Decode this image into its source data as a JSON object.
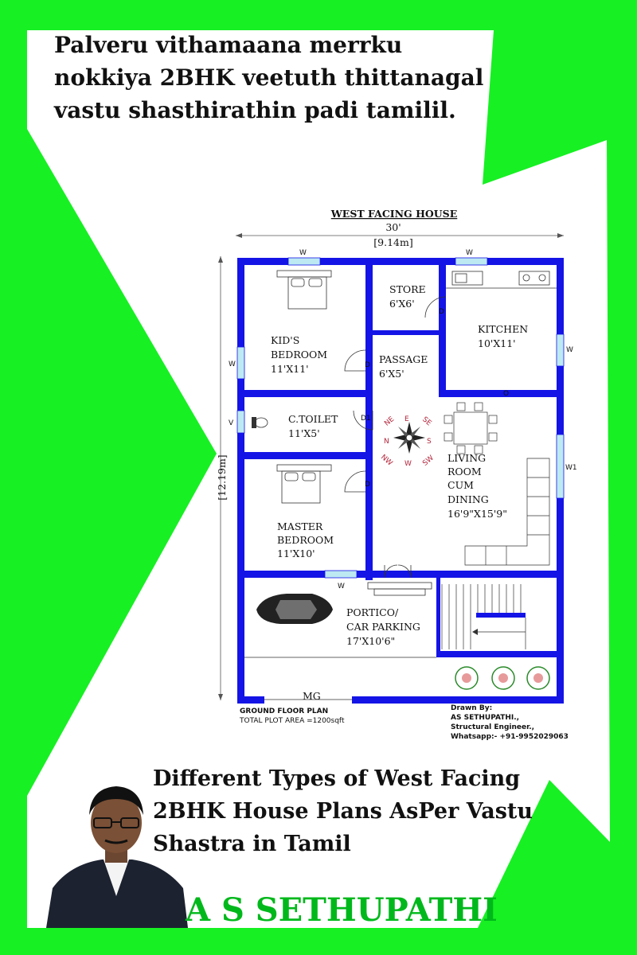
{
  "top_title": "Palveru vithamaana merrku nokkiya 2BHK veetuth thittanagal vastu shasthirathin padi tamilil.",
  "bottom_title": "Different Types of West Facing 2BHK House Plans AsPer Vastu Shastra in Tamil",
  "author": "A S SETHUPATHI",
  "colors": {
    "background": "#17f023",
    "wall": "#1414e6",
    "window": "#bde9f2",
    "author": "#00b81b"
  },
  "plan": {
    "heading": "WEST FACING HOUSE",
    "width_ft": "30'",
    "width_m": "[9.14m]",
    "height_m": "[12.19m]",
    "rooms": {
      "kids_line1": "KID'S",
      "kids_line2": "BEDROOM",
      "kids_size": "11'X11'",
      "store": "STORE",
      "store_size": "6'X6'",
      "kitchen": "KITCHEN",
      "kitchen_size": "10'X11'",
      "passage": "PASSAGE",
      "passage_size": "6'X5'",
      "toilet": "C.TOILET",
      "toilet_size": "11'X5'",
      "living1": "LIVING",
      "living2": "ROOM",
      "living3": "CUM",
      "living4": "DINING",
      "living_size": "16'9\"X15'9\"",
      "master1": "MASTER",
      "master2": "BEDROOM",
      "master_size": "11'X10'",
      "portico1": "PORTICO/",
      "portico2": "CAR PARKING",
      "portico_size": "17'X10'6\""
    },
    "labels": {
      "w": "W",
      "w1": "W1",
      "v": "V",
      "d": "D",
      "d1": "D1",
      "o": "O",
      "mg": "MG"
    },
    "compass": {
      "n": "N",
      "ne": "NE",
      "e": "E",
      "se": "SE",
      "s": "S",
      "sw": "SW",
      "w": "W",
      "nw": "NW"
    },
    "footer_left1": "GROUND FLOOR PLAN",
    "footer_left2": "TOTAL PLOT AREA =1200sqft",
    "drawn_by": "Drawn By:",
    "drawn_name": "AS SETHUPATHI.,",
    "drawn_role": "Structural Engineer.,",
    "drawn_phone": "Whatsapp:- +91-9952029063"
  }
}
